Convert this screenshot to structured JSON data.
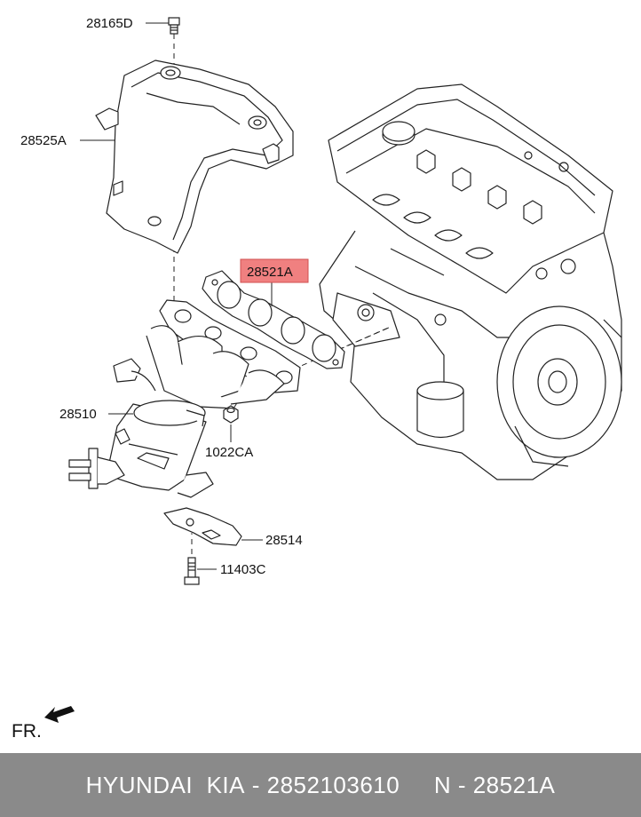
{
  "labels": {
    "bolt_top": "28165D",
    "heat_shield": "28525A",
    "gasket": "28521A",
    "manifold": "28510",
    "nut": "1022CA",
    "bracket": "28514",
    "bolt_bottom": "11403C",
    "front_marker": "FR."
  },
  "highlight_color": "#f08080",
  "footer": {
    "brand": "HYUNDAI  KIA",
    "separator1": " - ",
    "part_number": "2852103610",
    "gap": "     ",
    "position_code": "N - 28521A"
  }
}
